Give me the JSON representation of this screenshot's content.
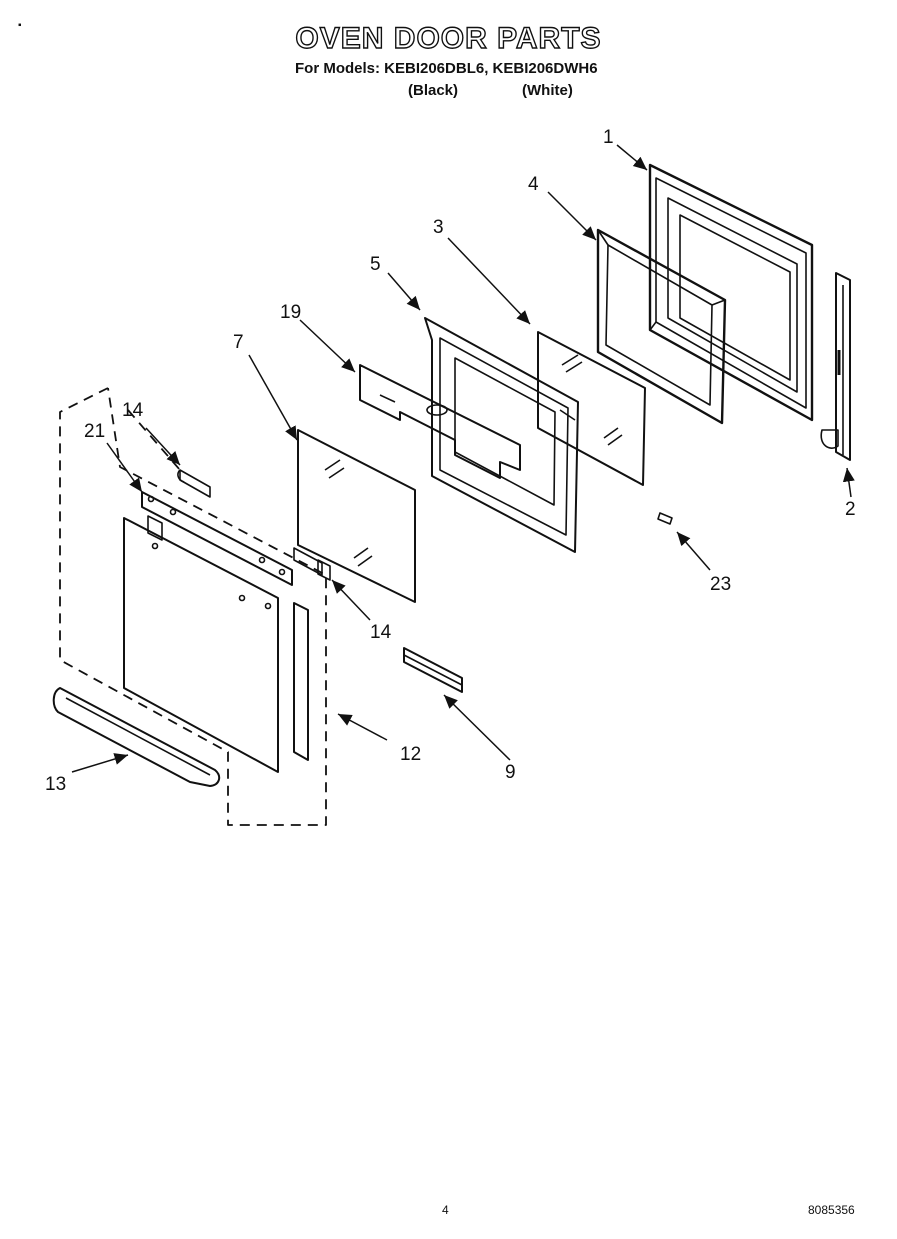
{
  "header": {
    "title": "OVEN DOOR PARTS",
    "models_line": "For Models: KEBI206DBL6, KEBI206DWH6",
    "color_black": "(Black)",
    "color_white": "(White)"
  },
  "callouts": [
    {
      "key": "p1",
      "label": "1"
    },
    {
      "key": "p2",
      "label": "2"
    },
    {
      "key": "p3",
      "label": "3"
    },
    {
      "key": "p4",
      "label": "4"
    },
    {
      "key": "p5",
      "label": "5"
    },
    {
      "key": "p7",
      "label": "7"
    },
    {
      "key": "p9",
      "label": "9"
    },
    {
      "key": "p12",
      "label": "12"
    },
    {
      "key": "p13",
      "label": "13"
    },
    {
      "key": "p14a",
      "label": "14"
    },
    {
      "key": "p14b",
      "label": "14"
    },
    {
      "key": "p19",
      "label": "19"
    },
    {
      "key": "p21",
      "label": "21"
    },
    {
      "key": "p23",
      "label": "23"
    }
  ],
  "footer": {
    "page_number": "4",
    "doc_code": "8085356"
  }
}
